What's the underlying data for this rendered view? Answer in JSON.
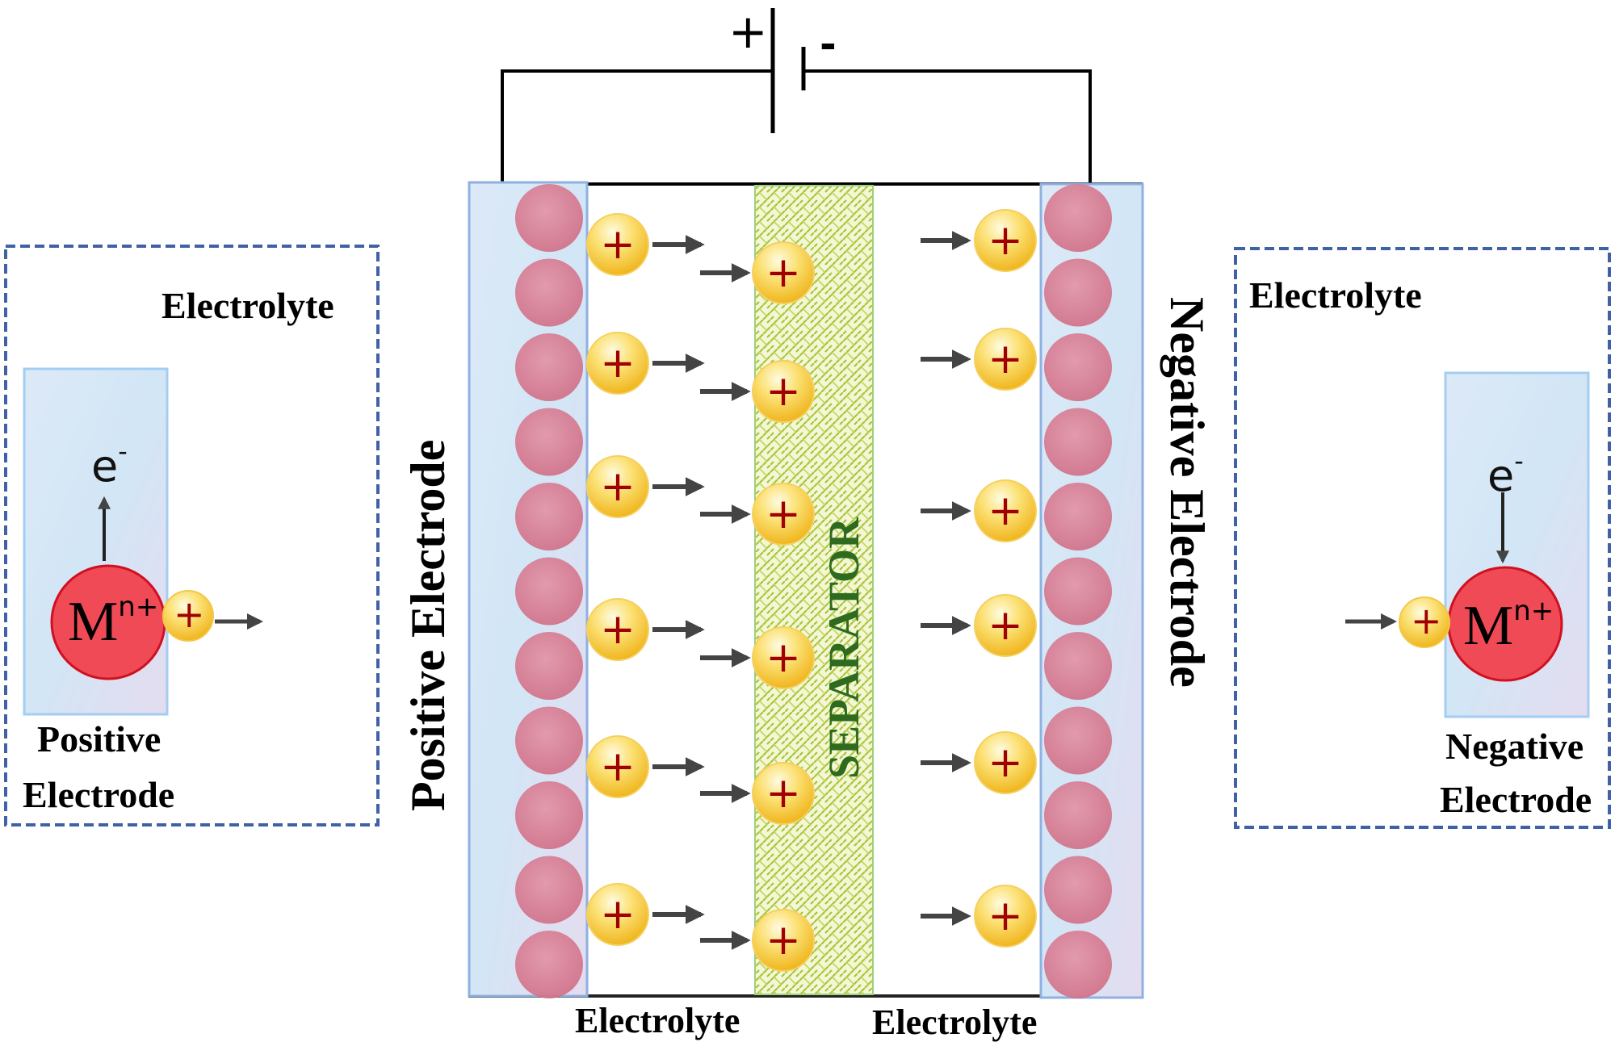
{
  "figure": {
    "title": "Electrochemical cell charge-transfer schematic"
  },
  "battery": {
    "plus_sign": "+",
    "minus_sign": "-"
  },
  "main_cell": {
    "positive_electrode_label": "Positive Electrode",
    "negative_electrode_label": "Negative Electrode",
    "separator_label": "SEPARATOR",
    "electrolyte_left_label": "Electrolyte",
    "electrolyte_right_label": "Electrolyte",
    "cation_symbol": "+",
    "cation_rows": 6,
    "electrode_particles_per_column": 11
  },
  "left_inset": {
    "electrolyte_label": "Electrolyte",
    "electron_label": "e",
    "electron_charge": "-",
    "metal_ion_label": "M",
    "metal_ion_charge": "n+",
    "cation_symbol": "+",
    "electrode_label_line1": "Positive",
    "electrode_label_line2": "Electrode",
    "electron_direction": "up",
    "cation_direction": "right"
  },
  "right_inset": {
    "electrolyte_label": "Electrolyte",
    "electron_label": "e",
    "electron_charge": "-",
    "metal_ion_label": "M",
    "metal_ion_charge": "n+",
    "cation_symbol": "+",
    "electrode_label_line1": "Negative",
    "electrode_label_line2": "Electrode",
    "electron_direction": "down",
    "cation_direction": "right"
  },
  "colors": {
    "wire": "#000000",
    "electrode_fill": "#d6e6f5",
    "electrode_border": "#8fb0e0",
    "particle": "#d9748a",
    "cation_fill": "#f8cf3c",
    "cation_sign": "#a00000",
    "metal_ion": "#ef4a55",
    "separator_fill": "#e6efb4",
    "separator_pattern": "#a9c43a",
    "separator_text": "#2f6b1e",
    "arrow": "#444444",
    "inset_border": "#3f62a6"
  }
}
